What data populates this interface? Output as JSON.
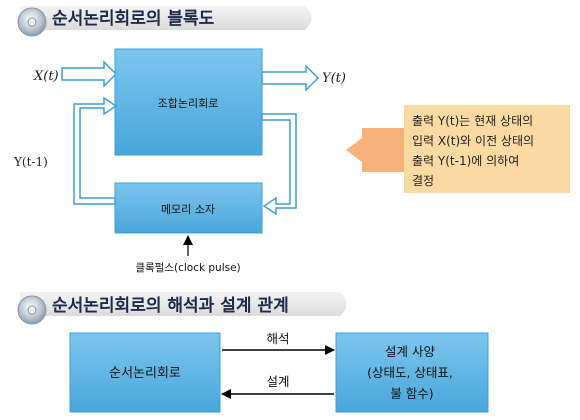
{
  "section1": {
    "title": "순서논리회로의 블록도"
  },
  "section2": {
    "title": "순서논리회로의 해석과 설계 관계"
  },
  "block": {
    "combinational": "조합논리회로",
    "memory": "메모리 소자",
    "input_label": "X(t)",
    "output_label": "Y(t)",
    "feedback_label": "Y(t-1)",
    "clock_label": "클록펄스(clock pulse)"
  },
  "note": {
    "lines": [
      "출력 Y(t)는 현재 상태의",
      "입력 X(t)와 이전 상태의",
      "출력 Y(t-1)에 의하여",
      "결정"
    ]
  },
  "relation": {
    "left_box": "순서논리회로",
    "right_box_lines": [
      "설계 사양",
      "(상태도, 상태표,",
      "불 함수)"
    ],
    "forward_label": "해석",
    "backward_label": "설계"
  },
  "colors": {
    "block_fill": "#5ab0e0",
    "note_fill": "#fbd9a3",
    "note_arrow": "#f6b27a",
    "header_bar": "#e9e9e9",
    "arrow_outline": "#3d9fd6"
  }
}
